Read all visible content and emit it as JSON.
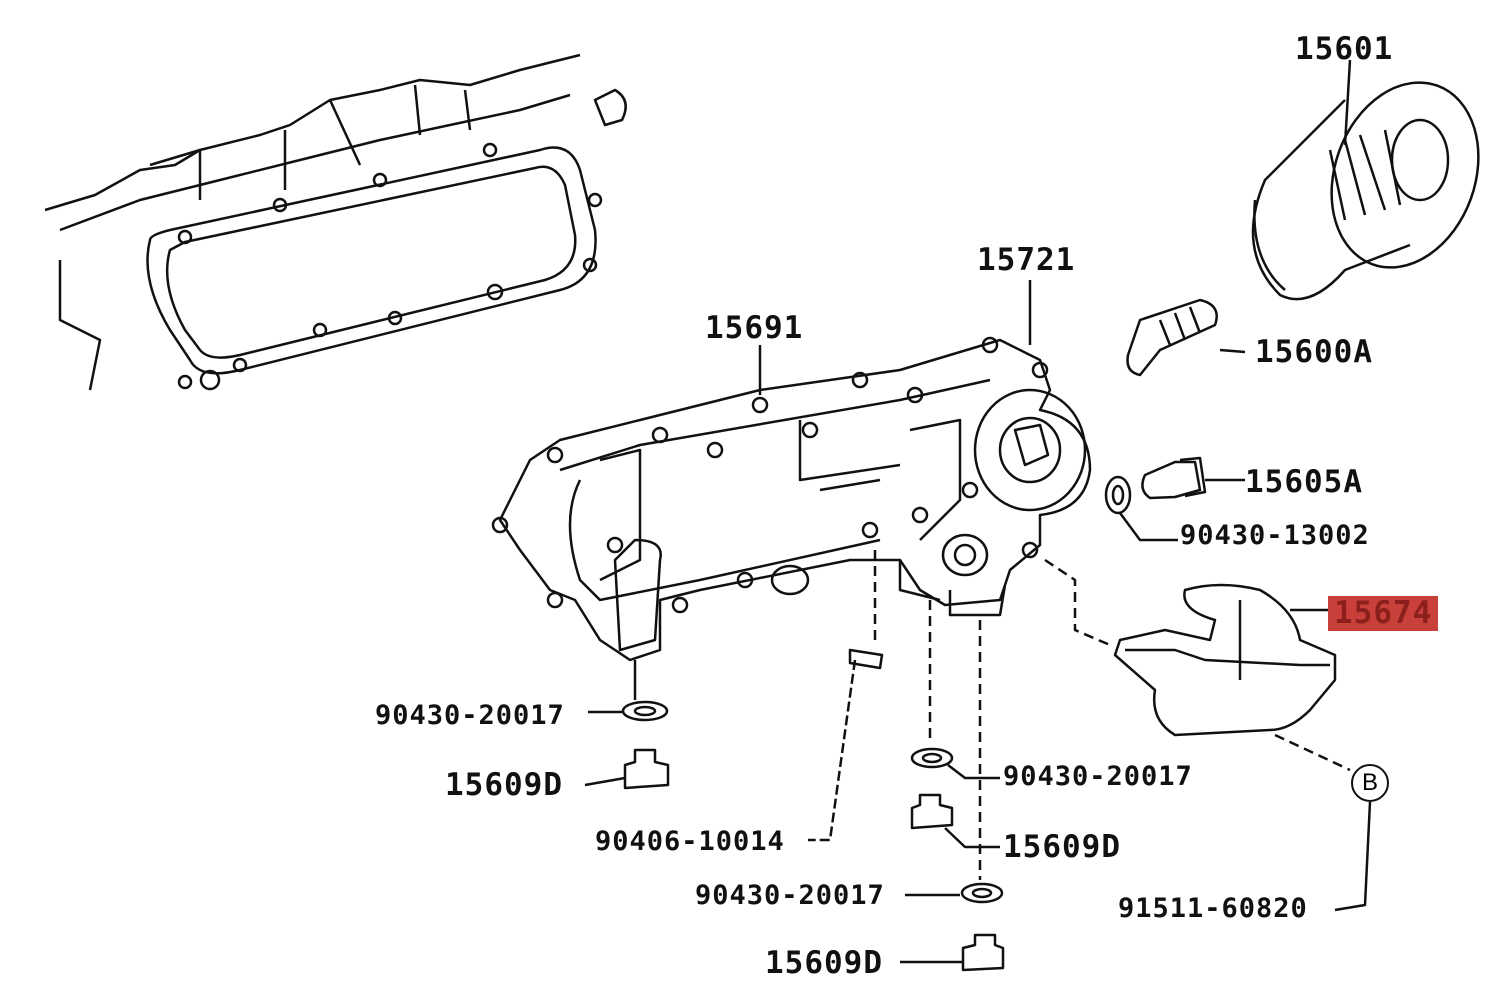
{
  "diagram": {
    "parts": [
      {
        "id": "oil-filter",
        "label": "15601"
      },
      {
        "id": "cooler-bracket",
        "label": "15721"
      },
      {
        "id": "gasket",
        "label": "15691"
      },
      {
        "id": "union",
        "label": "15600A"
      },
      {
        "id": "plug-upper",
        "label": "15605A"
      },
      {
        "id": "gasket-upper",
        "label": "90430-13002"
      },
      {
        "id": "oil-filter-bracket-cover",
        "label": "15674",
        "highlighted": true
      },
      {
        "id": "gasket-left",
        "label": "90430-20017"
      },
      {
        "id": "plug-left",
        "label": "15609D"
      },
      {
        "id": "pin",
        "label": "90406-10014"
      },
      {
        "id": "gasket-mid",
        "label": "90430-20017"
      },
      {
        "id": "plug-mid",
        "label": "15609D"
      },
      {
        "id": "gasket-low",
        "label": "90430-20017"
      },
      {
        "id": "plug-low",
        "label": "15609D"
      },
      {
        "id": "bolt",
        "label": "91511-60820"
      }
    ],
    "reference_marker": "B",
    "highlight_color": "#c9403b"
  }
}
